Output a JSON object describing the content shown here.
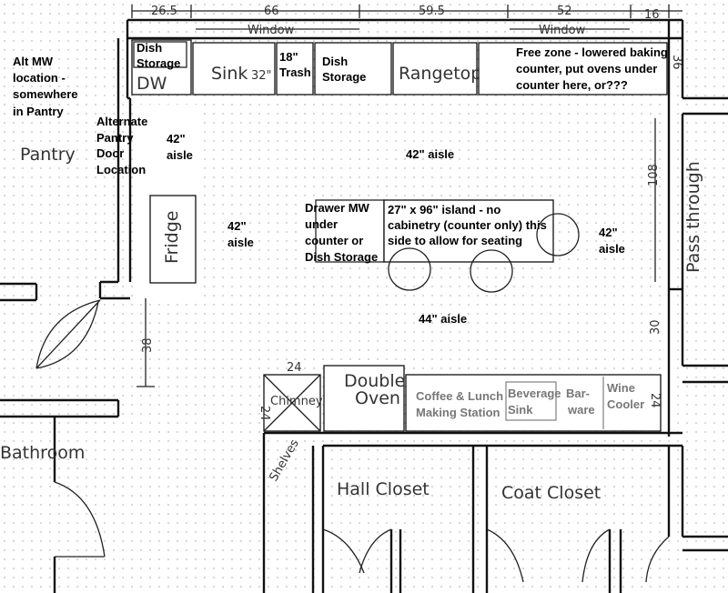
{
  "dimensions": {
    "d26": "26.5",
    "d66": "66",
    "d595": "59.5",
    "d52": "52",
    "d16": "16",
    "d36": "36",
    "d108": "108",
    "d30": "30",
    "d38": "38",
    "d24a": "24",
    "d24b": "24",
    "d24c": "24"
  },
  "handwritten": {
    "window_left": "Window",
    "window_right": "Window",
    "dw": "DW",
    "sink": "Sink",
    "sink_size": "32\"",
    "rangetop": "Rangetop",
    "pantry": "Pantry",
    "fridge": "Fridge",
    "pass_through": "Pass through",
    "chimney": "Chimney",
    "double": "Double",
    "oven": "Oven",
    "bathroom": "Bathroom",
    "shelves": "Shelves",
    "hall_closet": "Hall Closet",
    "coat_closet": "Coat Closet",
    "wine": "Wine",
    "cooler": "Cooler"
  },
  "notes": {
    "dish_storage_1": [
      "Dish",
      "Storage"
    ],
    "trash": [
      "18\"",
      "Trash"
    ],
    "dish_storage_2": [
      "Dish",
      "Storage"
    ],
    "free_zone": [
      "Free zone - lowered baking",
      "counter, put ovens under",
      "counter here, or???"
    ],
    "alt_mw": [
      "Alt MW",
      "location -",
      "somewhere",
      "in Pantry"
    ],
    "alt_pantry_door": [
      "Alternate",
      "Pantry",
      "Door",
      "Location"
    ],
    "aisle_42_a": [
      "42\"",
      "aisle"
    ],
    "aisle_42_top": "42\" aisle",
    "aisle_42_b": [
      "42\"",
      "aisle"
    ],
    "drawer_mw": [
      "Drawer MW",
      "under",
      "counter or",
      "Dish Storage"
    ],
    "island": [
      "27\" x 96\" island - no",
      "cabinetry (counter only) this",
      "side to allow for seating"
    ],
    "aisle_42_c": [
      "42\"",
      "aisle"
    ],
    "aisle_44": "44\" aisle",
    "coffee": "Coffee & Lunch",
    "making": "Making Station",
    "beverage": "Beverage",
    "bev_sink": "Sink",
    "bar": "Bar-",
    "ware": "ware"
  }
}
